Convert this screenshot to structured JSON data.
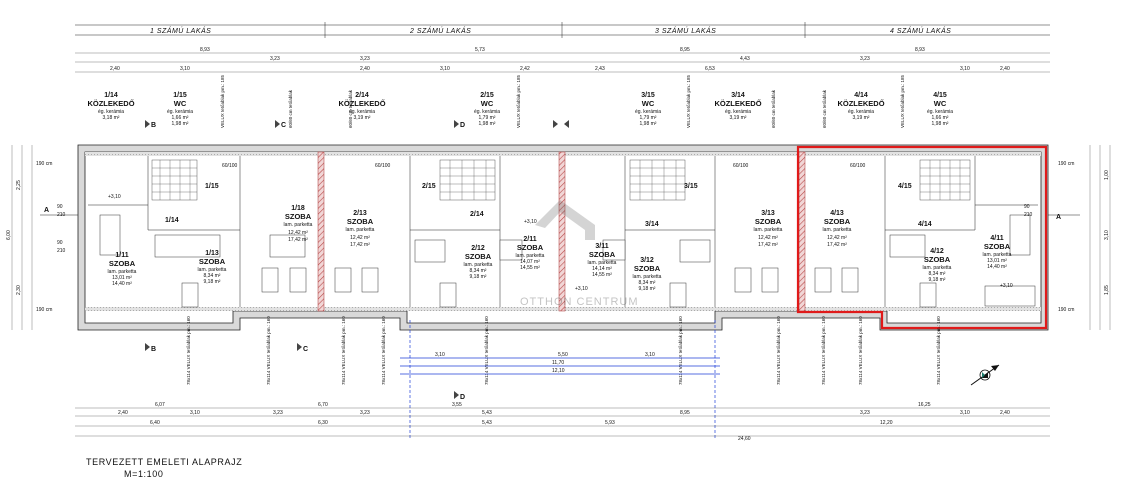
{
  "drawing": {
    "title": "TERVEZETT EMELETI ALAPRAJZ",
    "scale": "M=1:100",
    "watermark": "OTTHON CENTRUM"
  },
  "apartments": [
    {
      "label": "1 SZÁMÚ LAKÁS"
    },
    {
      "label": "2 SZÁMÚ LAKÁS"
    },
    {
      "label": "3 SZÁMÚ LAKÁS"
    },
    {
      "label": "4 SZÁMÚ LAKÁS"
    }
  ],
  "top_dims": {
    "totals": [
      "8,93",
      "5,73",
      "8,95",
      "8,93"
    ],
    "sub1": [
      "3,23",
      "3,23",
      "4,43",
      "3,23"
    ],
    "row_a": [
      "2,40",
      "3,10",
      "2,40",
      "3,10",
      "2,42",
      "2,43",
      "3,10"
    ],
    "row_b": [
      "6,53",
      "2,40"
    ]
  },
  "rooms": {
    "r1_14": {
      "num": "1/14",
      "name": "KÖZLEKEDŐ",
      "floor": "ég. kerámia",
      "area": "3,18 m²"
    },
    "r1_15": {
      "num": "1/15",
      "name": "WC",
      "floor": "ég. kerámia",
      "area1": "1,66 m²",
      "area2": "1,98 m²"
    },
    "r2_14": {
      "num": "2/14",
      "name": "KÖZLEKEDŐ",
      "floor": "ég. kerámia",
      "area": "3,19 m²"
    },
    "r2_15": {
      "num": "2/15",
      "name": "WC",
      "floor": "ég. kerámia",
      "area1": "1,79 m²",
      "area2": "1,98 m²"
    },
    "r3_15": {
      "num": "3/15",
      "name": "WC",
      "floor": "ég. kerámia",
      "area1": "1,79 m²",
      "area2": "1,98 m²"
    },
    "r3_14": {
      "num": "3/14",
      "name": "KÖZLEKEDŐ",
      "floor": "ég. kerámia",
      "area": "3,19 m²"
    },
    "r4_14": {
      "num": "4/14",
      "name": "KÖZLEKEDŐ",
      "floor": "ég. kerámia",
      "area": "3,19 m²"
    },
    "r4_15": {
      "num": "4/15",
      "name": "WC",
      "floor": "ég. kerámia",
      "area1": "1,66 m²",
      "area2": "1,98 m²"
    },
    "r1_11": {
      "num": "1/11",
      "name": "SZOBA",
      "floor": "lam. parketta",
      "area1": "13,01 m²",
      "area2": "14,40 m²"
    },
    "r1_13": {
      "num": "1/13",
      "name": "SZOBA",
      "floor": "lam. parketta",
      "area1": "8,34 m²",
      "area2": "9,18 m²"
    },
    "r1_18": {
      "num": "1/18",
      "name": "SZOBA",
      "floor": "lam. parketta",
      "area1": "12,42 m²",
      "area2": "17,42 m²"
    },
    "r2_13": {
      "num": "2/13",
      "name": "SZOBA",
      "floor": "lam. parketta",
      "area1": "12,42 m²",
      "area2": "17,42 m²"
    },
    "r2_12": {
      "num": "2/12",
      "name": "SZOBA",
      "floor": "lam. parketta",
      "area1": "8,34 m²",
      "area2": "9,18 m²"
    },
    "r2_11": {
      "num": "2/11",
      "name": "SZOBA",
      "floor": "lam. parketta",
      "area1": "14,07 m²",
      "area2": "14,55 m²"
    },
    "r3_11": {
      "num": "3/11",
      "name": "SZOBA",
      "floor": "lam. parketta",
      "area1": "14,14 m²",
      "area2": "14,55 m²"
    },
    "r3_12": {
      "num": "3/12",
      "name": "SZOBA",
      "floor": "lam. parketta",
      "area1": "8,34 m²",
      "area2": "9,18 m²"
    },
    "r3_13": {
      "num": "3/13",
      "name": "SZOBA",
      "floor": "lam. parketta",
      "area1": "12,42 m²",
      "area2": "17,42 m²"
    },
    "r4_13": {
      "num": "4/13",
      "name": "SZOBA",
      "floor": "lam. parketta",
      "area1": "12,42 m²",
      "area2": "17,42 m²"
    },
    "r4_12": {
      "num": "4/12",
      "name": "SZOBA",
      "floor": "lam. parketta",
      "area1": "8,34 m²",
      "area2": "9,18 m²"
    },
    "r4_11": {
      "num": "4/11",
      "name": "SZOBA",
      "floor": "lam. parketta",
      "area1": "13,01 m²",
      "area2": "14,40 m²"
    }
  },
  "inplan_labels": {
    "l1_15": "1/15",
    "l1_14": "1/14",
    "l2_15": "2/15",
    "l2_14": "2/14",
    "l3_15": "3/15",
    "l3_14": "3/14",
    "l4_15": "4/15",
    "l4_14": "4/14",
    "level1": "+3,10",
    "level2": "+3,10",
    "level3": "+3,10",
    "level4": "+3,10",
    "w1": "60/100",
    "w2": "60/100",
    "w3": "60/100",
    "w4": "60/100"
  },
  "velux": {
    "top": "VELUX tetőablak pm.: 185",
    "bottom": "78x114 VELUX tetőablak pm.: 160",
    "side": "60/60 cm tetőablak"
  },
  "section_markers": {
    "A": "A",
    "B": "B",
    "C": "C",
    "D": "D"
  },
  "side_dims": {
    "left": [
      "190 cm",
      "2,25",
      "6,00",
      "2,30",
      "190 cm",
      "210",
      "90",
      "210",
      "90"
    ],
    "right": [
      "190 cm",
      "1,00",
      "3,10",
      "1,85",
      "190 cm",
      "210",
      "90"
    ]
  },
  "bottom_dims": {
    "totals": [
      "6,07",
      "6,70",
      "3,55",
      "8,95",
      "16,25"
    ],
    "row1": [
      "2,40",
      "3,10",
      "3,23",
      "3,23",
      "5,43",
      "3,23",
      "3,10",
      "2,40"
    ],
    "row2": [
      "6,40",
      "6,30",
      "5,43",
      "5,93",
      "12,20"
    ],
    "grand": "24,60"
  },
  "blue_dims": {
    "d1": "3,10",
    "d2": "5,50",
    "d3": "3,10",
    "d4": "11,70",
    "d5": "12,10"
  },
  "colors": {
    "highlight": "#e01a1a",
    "dimension_blue": "#1f3fd8",
    "wall": "#d9d9d9",
    "party_wall_hatch": "#b84a4a"
  }
}
